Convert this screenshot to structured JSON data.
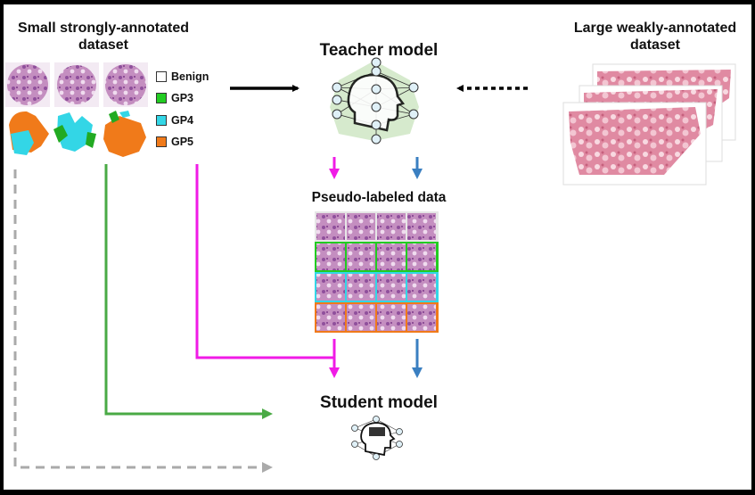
{
  "left_dataset": {
    "title": "Small strongly-annotated dataset"
  },
  "right_dataset": {
    "title": "Large weakly-annotated dataset"
  },
  "teacher": {
    "title": "Teacher model"
  },
  "pseudo": {
    "title": "Pseudo-labeled data"
  },
  "student": {
    "title": "Student model"
  },
  "legend": [
    {
      "label": "Benign",
      "color": "#ffffff"
    },
    {
      "label": "GP3",
      "color": "#22cc22"
    },
    {
      "label": "GP4",
      "color": "#33d6e6"
    },
    {
      "label": "GP5",
      "color": "#f07a1a"
    }
  ],
  "colors": {
    "magenta": "#f01be6",
    "blue": "#3a7fc1",
    "green": "#4aaa45",
    "gray": "#aaaaaa",
    "tissue": "#c27db8"
  }
}
